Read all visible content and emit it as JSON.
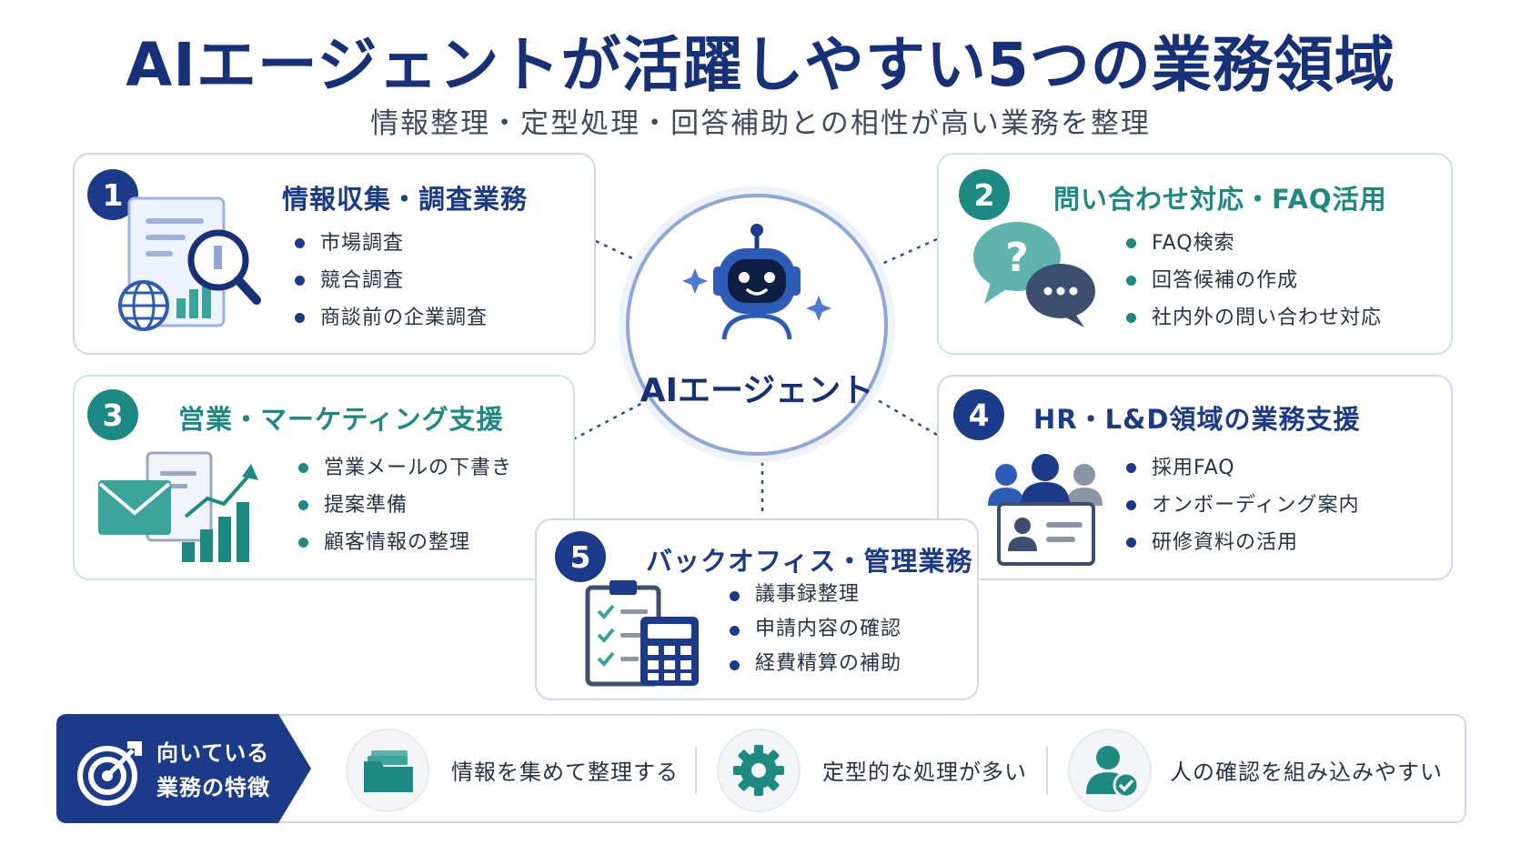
{
  "title": "AIエージェントが活躍しやすい5つの業務領域",
  "subtitle": "情報整理・定型処理・回答補助との相性が高い業務を整理",
  "center": {
    "label": "AIエージェント"
  },
  "cards": [
    {
      "num": "1",
      "title": "情報収集・調査業務",
      "items": [
        "市場調査",
        "競合調査",
        "商談前の企業調査"
      ]
    },
    {
      "num": "2",
      "title": "問い合わせ対応・FAQ活用",
      "items": [
        "FAQ検索",
        "回答候補の作成",
        "社内外の問い合わせ対応"
      ]
    },
    {
      "num": "3",
      "title": "営業・マーケティング支援",
      "items": [
        "営業メールの下書き",
        "提案準備",
        "顧客情報の整理"
      ]
    },
    {
      "num": "4",
      "title": "HR・L&D領域の業務支援",
      "items": [
        "採用FAQ",
        "オンボーディング案内",
        "研修資料の活用"
      ]
    },
    {
      "num": "5",
      "title": "バックオフィス・管理業務",
      "items": [
        "議事録整理",
        "申請内容の確認",
        "経費精算の補助"
      ]
    }
  ],
  "features": {
    "label_line1": "向いている",
    "label_line2": "業務の特徴",
    "items": [
      "情報を集めて整理する",
      "定型的な処理が多い",
      "人の確認を組み込みやすい"
    ]
  },
  "icons": {
    "card1": "document-magnifier-globe-icon",
    "card2": "question-chat-bubbles-icon",
    "card3": "mail-growth-chart-icon",
    "card4": "team-id-card-icon",
    "card5": "clipboard-calculator-icon",
    "center": "robot-icon",
    "features_label": "target-arrow-icon",
    "feature1": "folder-icon",
    "feature2": "gear-icon",
    "feature3": "user-check-icon"
  },
  "colors": {
    "navy": "#1c3a8a",
    "teal": "#1c8a83",
    "title": "#17307a"
  }
}
